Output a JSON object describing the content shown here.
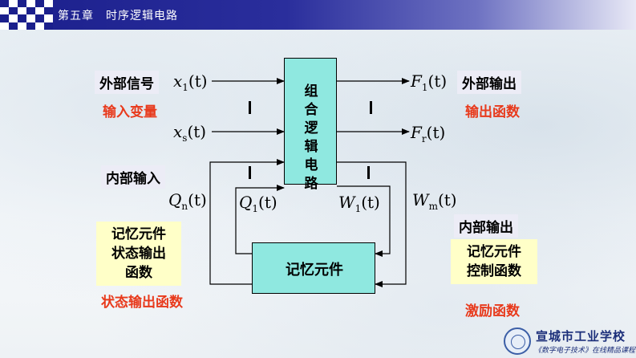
{
  "header": {
    "title": "第五章　时序逻辑电路"
  },
  "labels": {
    "external_signal": "外部信号",
    "input_variable": "输入变量",
    "external_output": "外部输出",
    "output_function": "输出函数",
    "internal_input": "内部输入",
    "internal_output": "内部输出",
    "memory_control_line1": "记忆元件",
    "memory_control_line2": "控制函数",
    "memory_state_line1": "记忆元件",
    "memory_state_line2": "状态输出",
    "memory_state_line3": "函数",
    "state_output_function": "状态输出函数",
    "excitation_function": "激励函数"
  },
  "blocks": {
    "combinational_chars": [
      "组",
      "合",
      "逻",
      "辑",
      "电",
      "路"
    ],
    "memory": "记忆元件"
  },
  "math": {
    "x1": {
      "base": "x",
      "sub": "1",
      "arg": "(t)"
    },
    "xs": {
      "base": "x",
      "sub": "s",
      "arg": "(t)"
    },
    "F1": {
      "base": "F",
      "sub": "1",
      "arg": "(t)"
    },
    "Fr": {
      "base": "F",
      "sub": "r",
      "arg": "(t)"
    },
    "Qn": {
      "base": "Q",
      "sub": "n",
      "arg": "(t)"
    },
    "Q1": {
      "base": "Q",
      "sub": "1",
      "arg": "(t)"
    },
    "W1": {
      "base": "W",
      "sub": "1",
      "arg": "(t)"
    },
    "Wm": {
      "base": "W",
      "sub": "m",
      "arg": "(t)"
    }
  },
  "footer": {
    "school_name": "宣城市工业学校",
    "course": "《数字电子技术》在线精品课程"
  },
  "colors": {
    "header_dark": "#1b1f8c",
    "block_fill": "#8fe8e0",
    "label_gray": "#ececf6",
    "label_yellow": "#ffffc8",
    "accent_red": "#e83a1c"
  },
  "icons": [
    "checker-pattern-icon",
    "school-seal-icon"
  ]
}
